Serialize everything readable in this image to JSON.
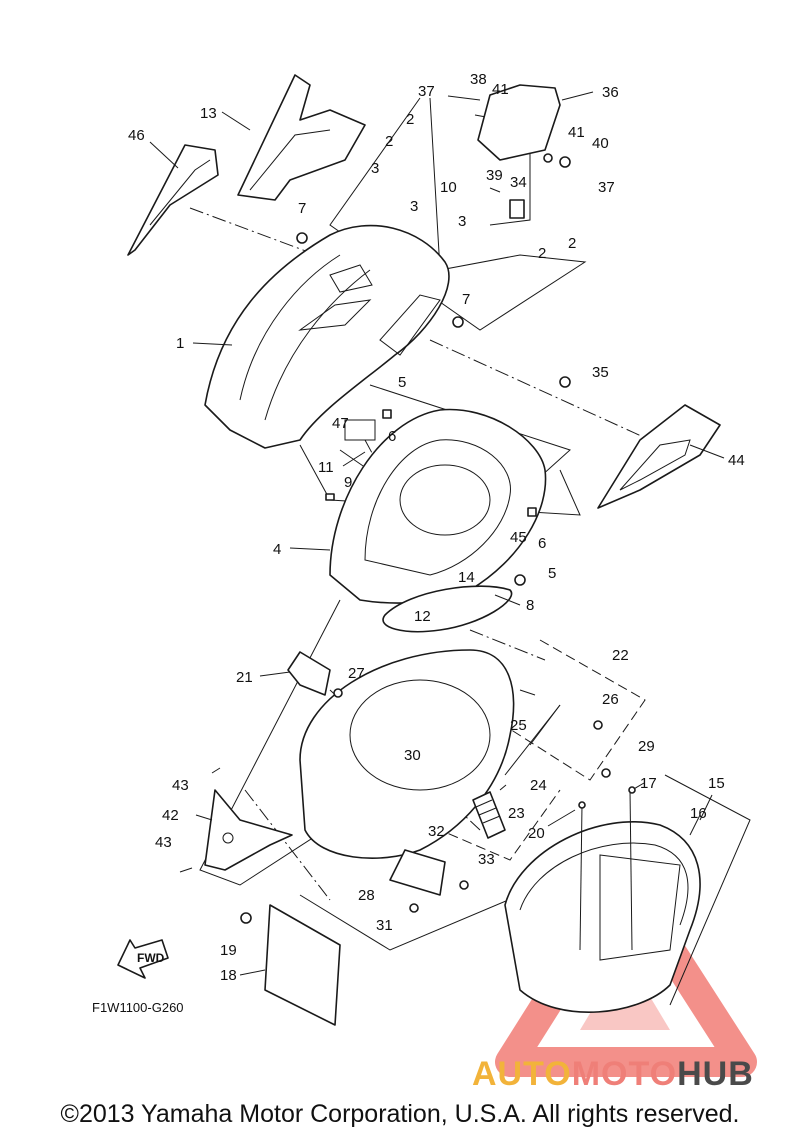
{
  "diagram": {
    "figure_code": "F1W1100-G260",
    "fwd_label": "FWD",
    "callouts": {
      "c1": "1",
      "c2a": "2",
      "c2b": "2",
      "c2c": "2",
      "c2d": "2",
      "c3a": "3",
      "c3b": "3",
      "c3c": "3",
      "c4": "4",
      "c5a": "5",
      "c5b": "5",
      "c6a": "6",
      "c6b": "6",
      "c7a": "7",
      "c7b": "7",
      "c8": "8",
      "c9": "9",
      "c10": "10",
      "c11": "11",
      "c12": "12",
      "c13": "13",
      "c14": "14",
      "c15": "15",
      "c16": "16",
      "c17": "17",
      "c18": "18",
      "c19": "19",
      "c20": "20",
      "c21": "21",
      "c22": "22",
      "c23": "23",
      "c24": "24",
      "c25": "25",
      "c26": "26",
      "c27": "27",
      "c28": "28",
      "c29": "29",
      "c30": "30",
      "c31": "31",
      "c32": "32",
      "c33": "33",
      "c34": "34",
      "c35": "35",
      "c36": "36",
      "c37a": "37",
      "c37b": "37",
      "c38": "38",
      "c39": "39",
      "c40": "40",
      "c41a": "41",
      "c41b": "41",
      "c42": "42",
      "c43a": "43",
      "c43b": "43",
      "c44": "44",
      "c45": "45",
      "c46": "46",
      "c47": "47"
    }
  },
  "watermark": {
    "part1": "AUTO",
    "part2": "MOTO",
    "part3": "HUB",
    "triangle_color": "#ef6b63"
  },
  "copyright": "©2013 Yamaha Motor Corporation, U.S.A. All rights reserved."
}
